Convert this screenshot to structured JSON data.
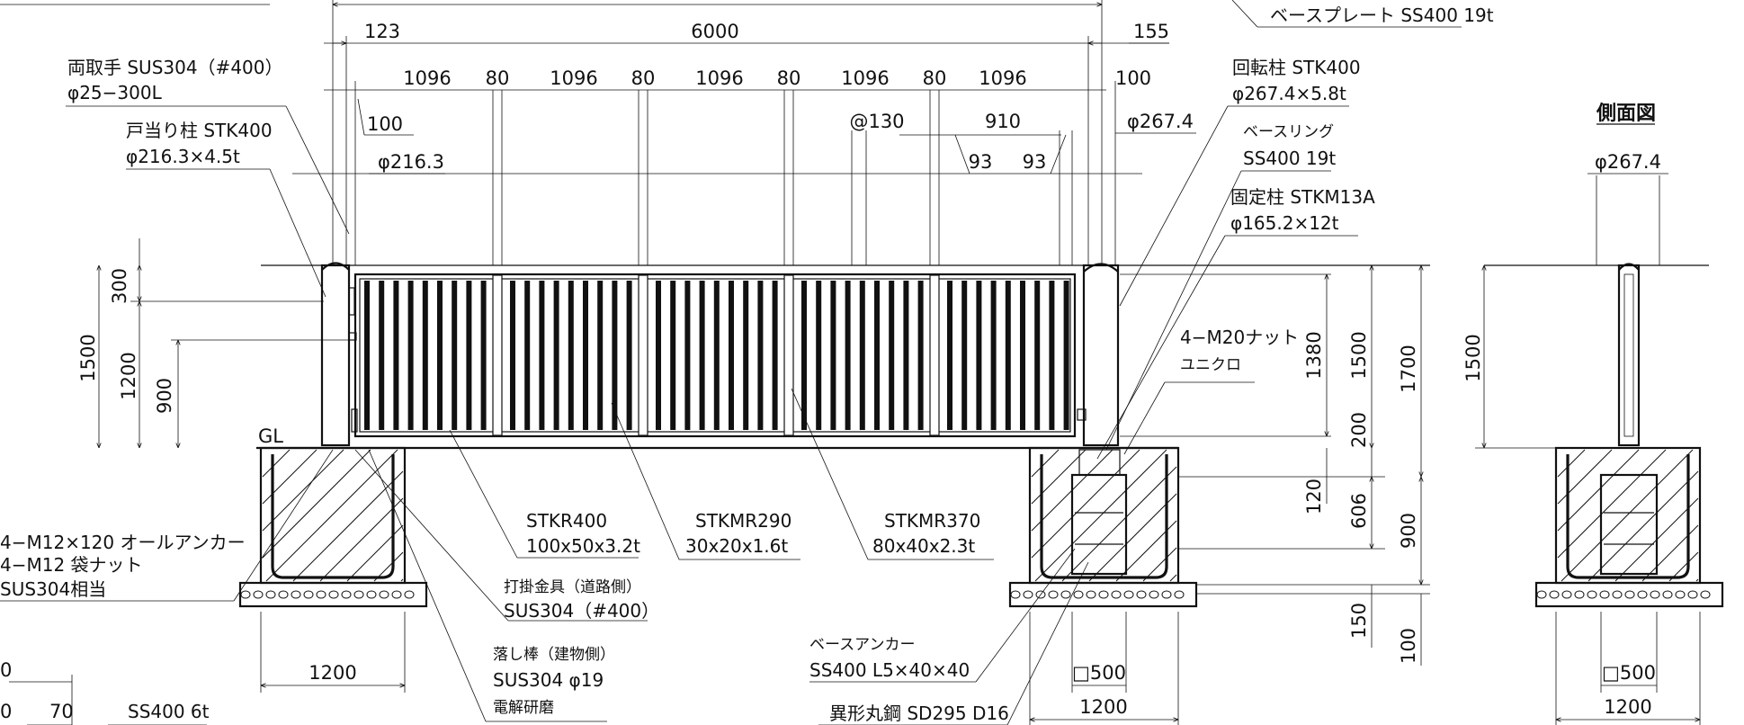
{
  "dimensions": {
    "top_left": "123",
    "top_total": "6000",
    "top_right": "155",
    "panel1": "1096",
    "gap1": "80",
    "panel2": "1096",
    "gap2": "80",
    "panel3": "1096",
    "gap3": "80",
    "panel4": "1096",
    "gap4": "80",
    "panel5": "1096",
    "right_100": "100",
    "left_100": "100",
    "pitch": "@130",
    "span_910": "910",
    "sub93a": "93",
    "sub93b": "93",
    "dia_2674": "φ267.4",
    "dia_2163": "φ216.3",
    "h300": "300",
    "h1200": "1200",
    "h900": "900",
    "h1500_left": "1500",
    "h1380": "1380",
    "h1500_right": "1500",
    "h1700": "1700",
    "h200": "200",
    "h120": "120",
    "h606": "606",
    "h900_right": "900",
    "h150": "150",
    "h100_bottom": "100",
    "found_left_w": "1200",
    "found_right_w": "1200",
    "sq500_right": "□500",
    "side_h1500": "1500",
    "side_dia": "φ267.4",
    "side_sq500": "□500",
    "side_w1200": "1200",
    "ground": "GL",
    "cut_0": "0",
    "cut_70": "70"
  },
  "labels": {
    "baseplate": "ベースプレート SS400 19t",
    "handle_1": "両取手 SUS304（#400）",
    "handle_2": "φ25−300L",
    "stop_post_1": "戸当り柱 STK400",
    "stop_post_2": "φ216.3×4.5t",
    "pivot_post_1": "回転柱 STK400",
    "pivot_post_2": "φ267.4×5.8t",
    "base_ring_1": "ベースリング",
    "base_ring_2": "SS400 19t",
    "fixed_post_1": "固定柱 STKM13A",
    "fixed_post_2": "φ165.2×12t",
    "nut_1": "4−M20ナット",
    "nut_2": "ユニクロ",
    "side_view_title": "側面図",
    "anchor_1": "4−M12×120 オールアンカー",
    "anchor_2": "4−M12 袋ナット",
    "anchor_3": "SUS304相当",
    "frame_1": "STKR400",
    "frame_2": "100x50x3.2t",
    "bar_1": "STKMR290",
    "bar_2": "30x20x1.6t",
    "mullion_1": "STKMR370",
    "mullion_2": "80x40x2.3t",
    "strike_1": "打掛金具（道路側）",
    "strike_2": "SUS304（#400）",
    "dropbolt_1": "落し棒（建物側）",
    "dropbolt_2": "SUS304 φ19",
    "dropbolt_3": "電解研磨",
    "base_anchor_1": "ベースアンカー",
    "base_anchor_2": "SS400 L5×40×40",
    "rebar": "異形丸鋼 SD295 D16",
    "plate_6t": "SS400 6t"
  }
}
